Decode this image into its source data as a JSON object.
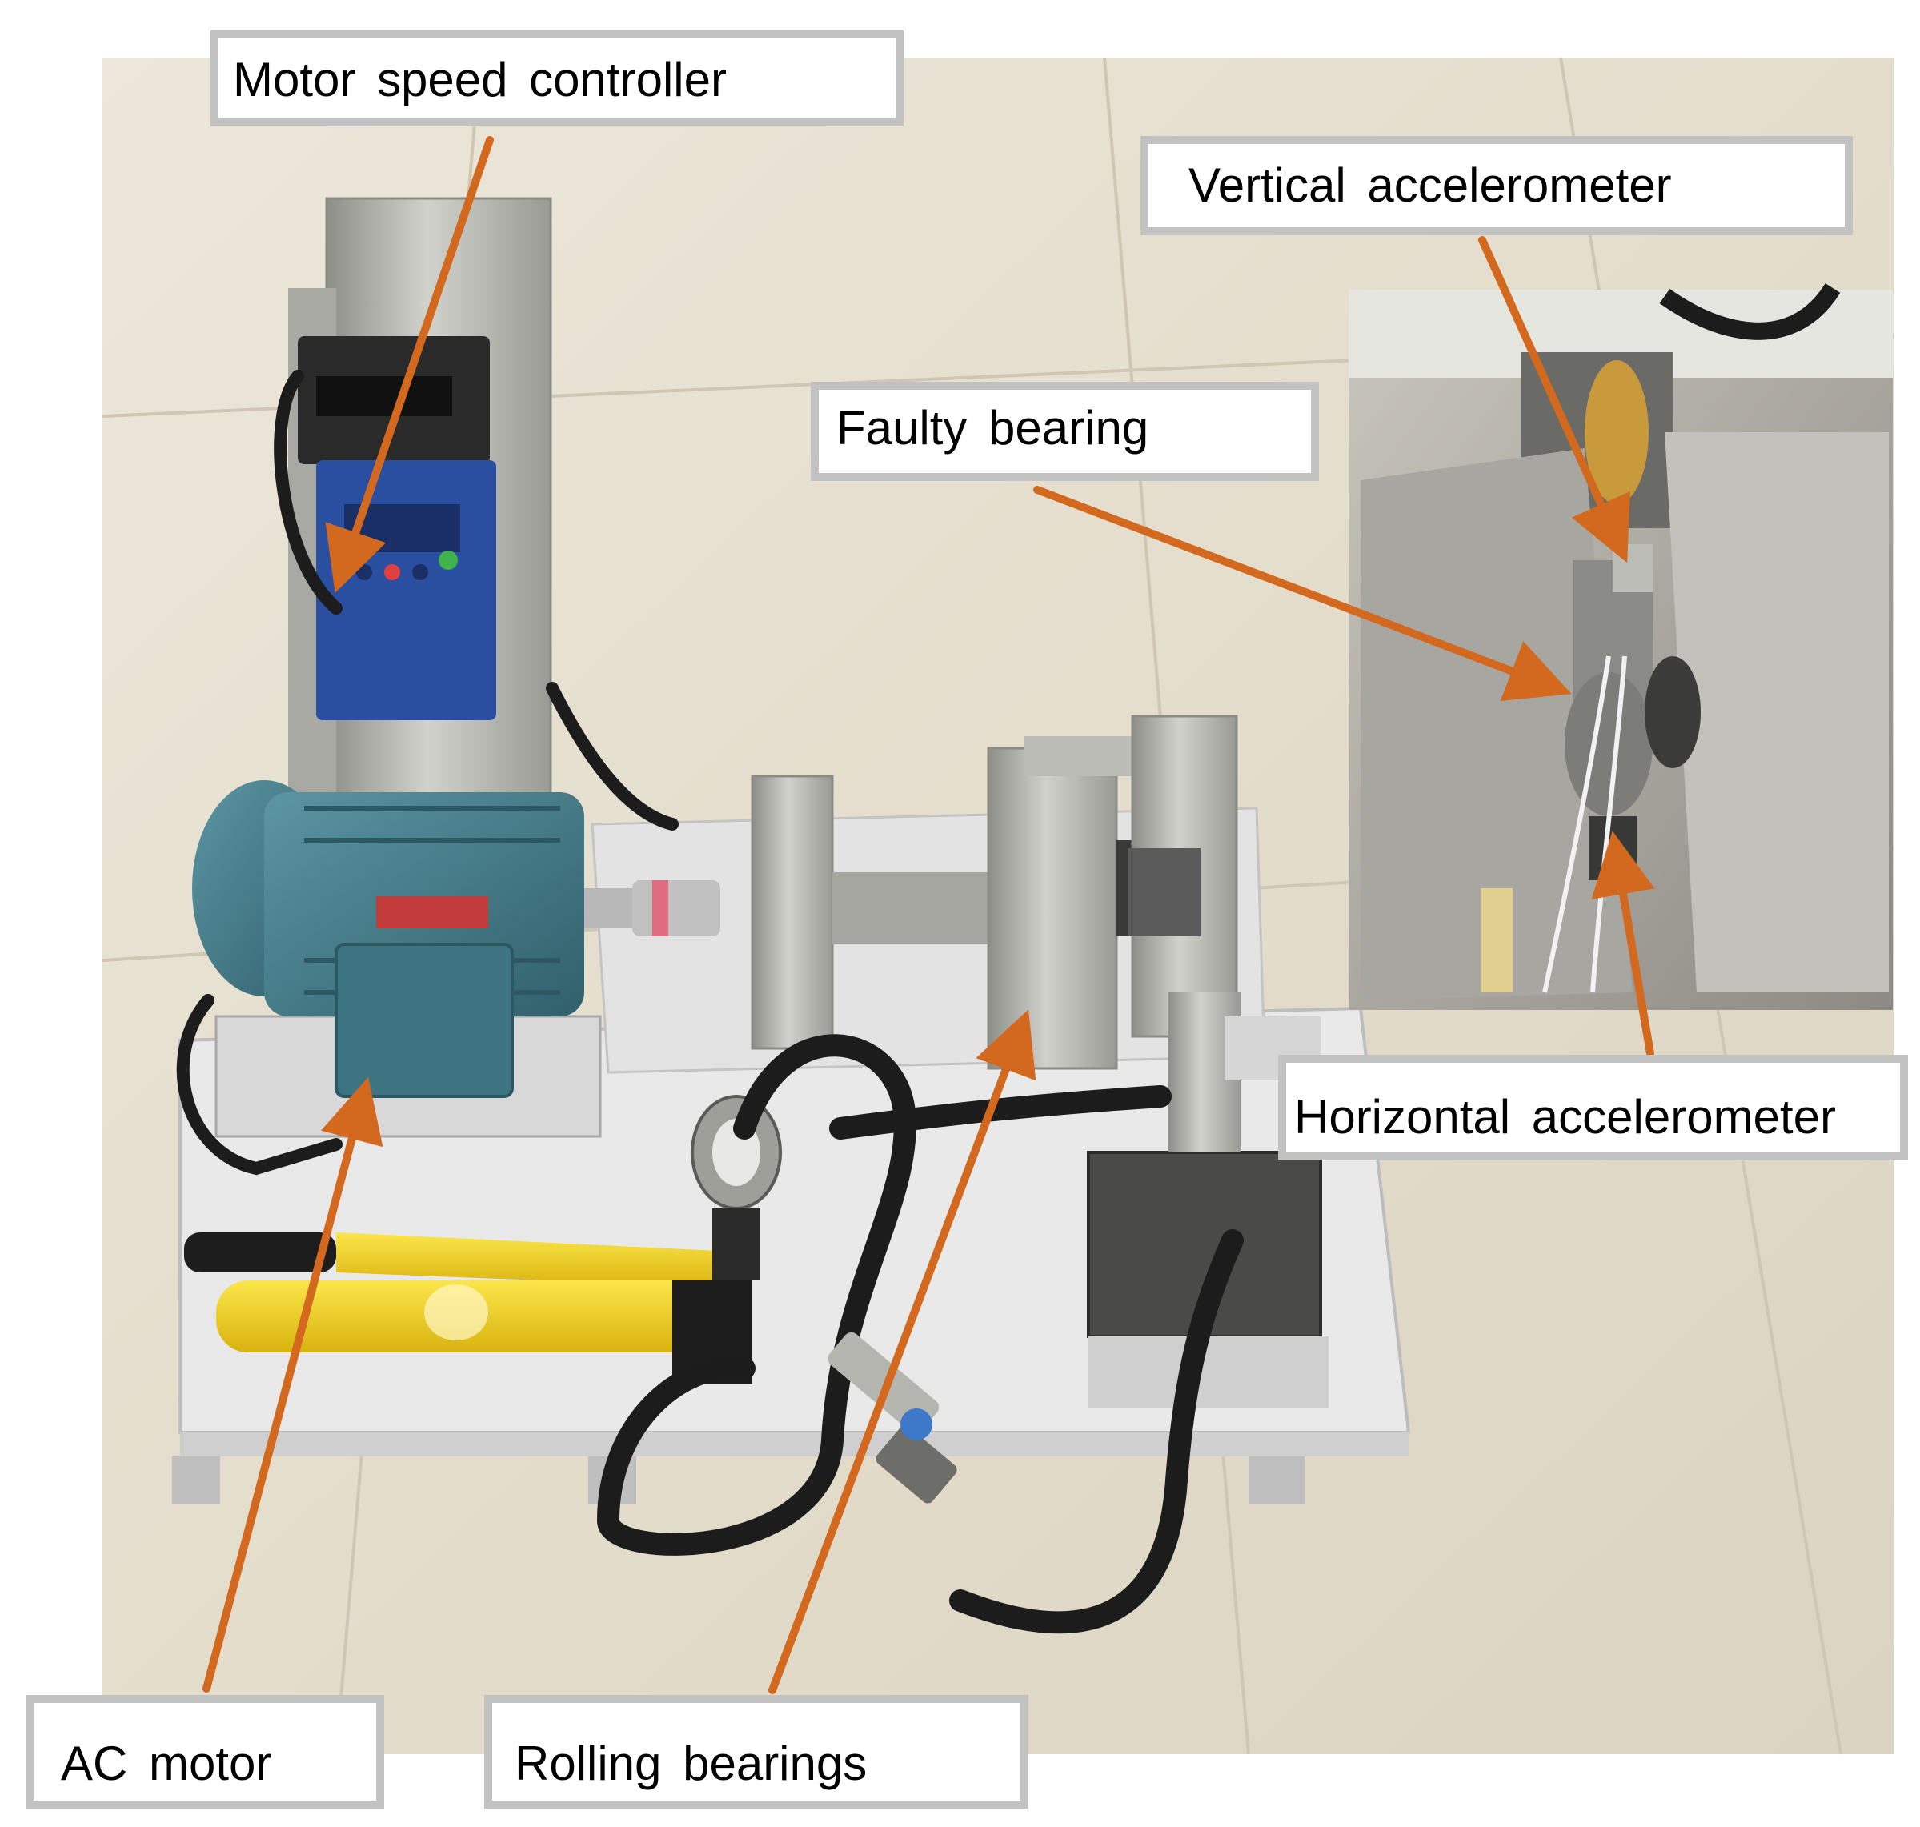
{
  "labels": {
    "motor_speed_controller": "Motor speed controller",
    "vertical_accelerometer": "Vertical accelerometer",
    "faulty_bearing": "Faulty bearing",
    "horizontal_accelerometer": "Horizontal accelerometer",
    "ac_motor": "AC motor",
    "rolling_bearings": "Rolling bearings"
  },
  "colors": {
    "arrow": "#d2691e",
    "label_border": "#c2c2c2",
    "floor": "#e6e0d2",
    "plate": "#e9e9e9",
    "motor": "#4a7f8c",
    "controller": "#2a4fa0",
    "pump": "#f2d21f",
    "hose": "#1c1c1c",
    "steel": "#b5b5b0"
  }
}
